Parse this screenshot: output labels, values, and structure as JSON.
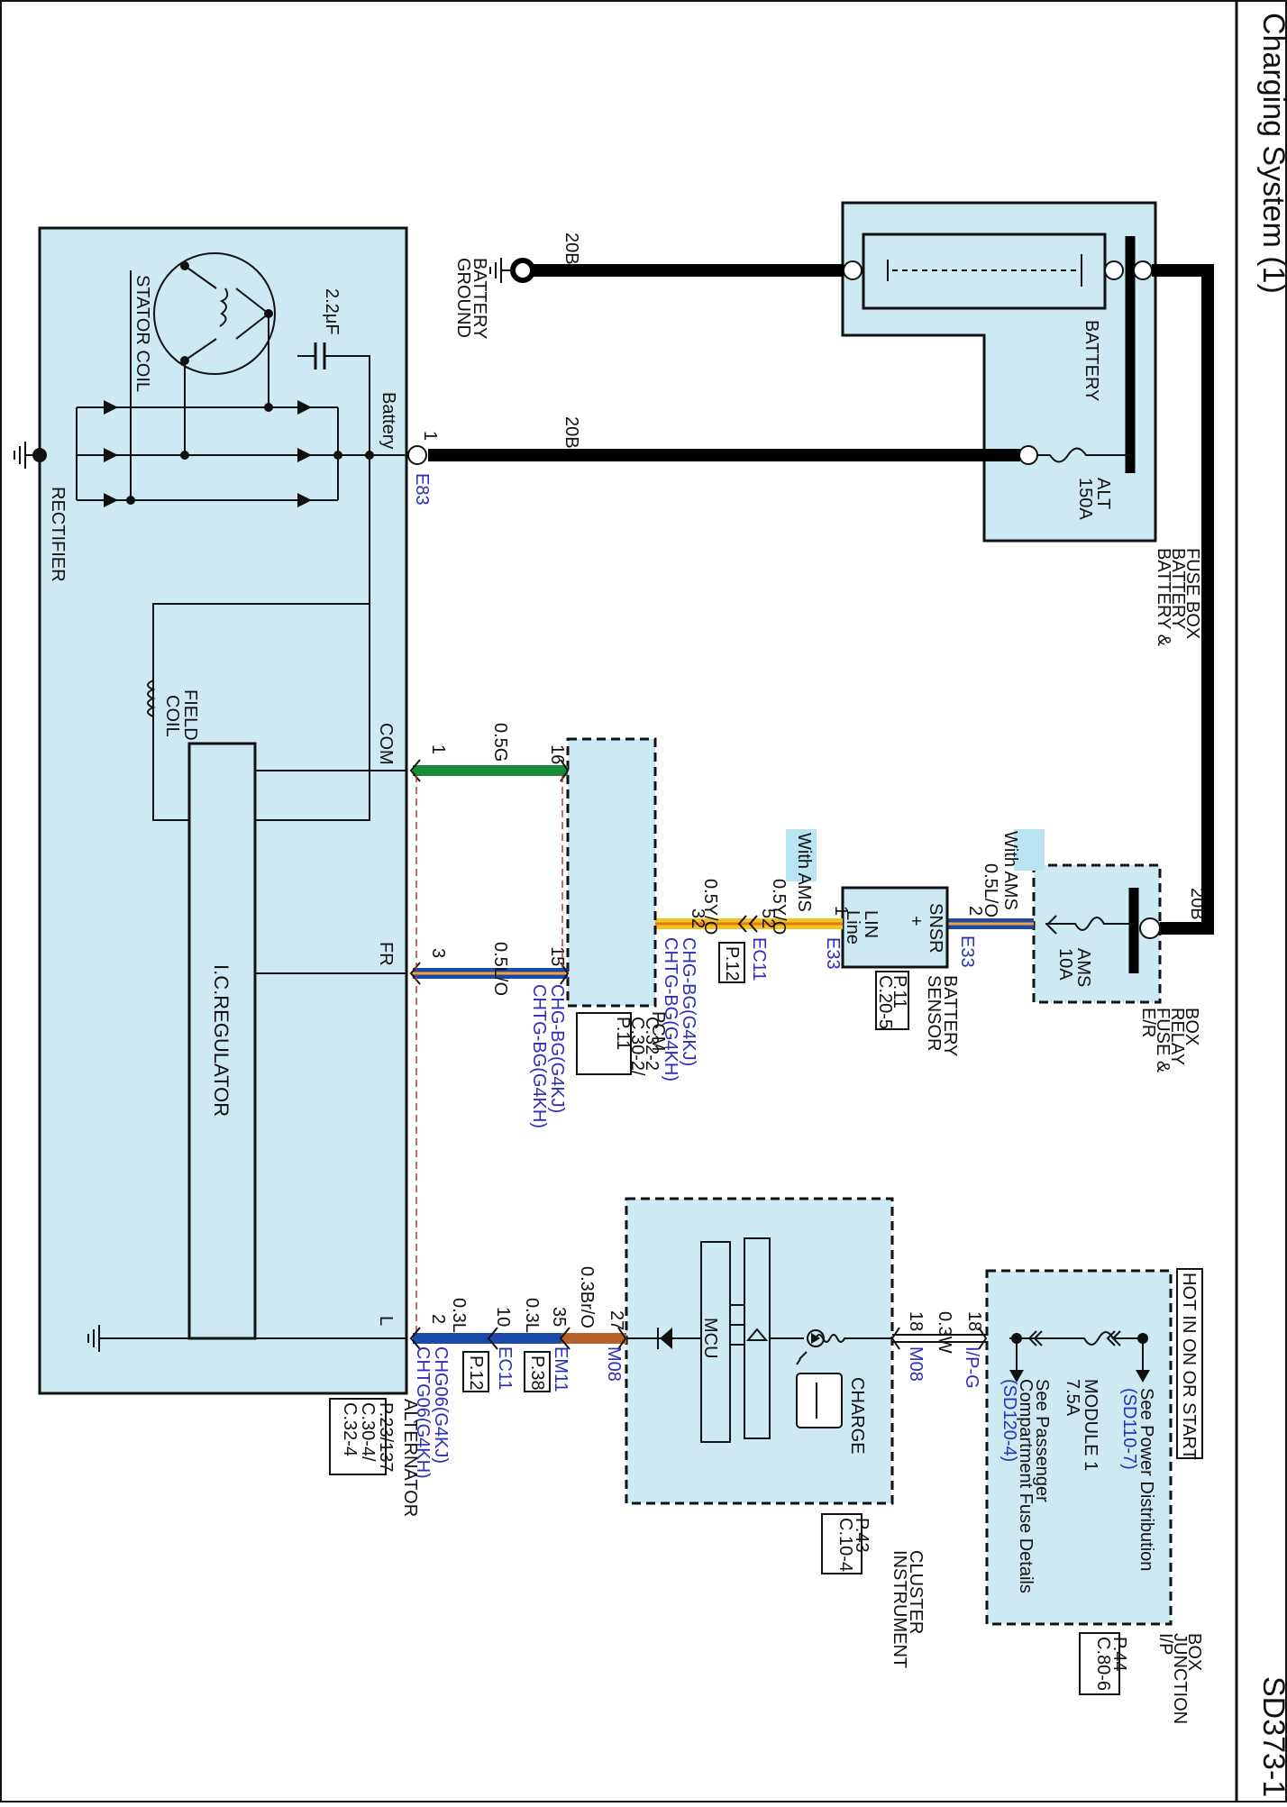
{
  "page": {
    "title": "Charging System (1)",
    "code": "SD373-1"
  },
  "battery": {
    "label": "BATTERY",
    "fuse_box_label": [
      "BATTERY &",
      "BATTERY",
      "FUSE BOX"
    ],
    "alt_fuse": [
      "ALT",
      "150A"
    ],
    "ground_label": [
      "BATTERY",
      "GROUND"
    ],
    "wire": "20B"
  },
  "er_box": {
    "label": [
      "E/R",
      "FUSE &",
      "RELAY",
      "BOX"
    ],
    "fuse": [
      "AMS",
      "10A"
    ],
    "wire": "20B"
  },
  "battery_sensor": {
    "label": [
      "BATTERY",
      "SENSOR"
    ],
    "inner": [
      "SNSR",
      "+",
      "LIN",
      "Line"
    ],
    "ref": [
      "P.11",
      "C.20-5"
    ],
    "connector": "E33",
    "pins": [
      "2",
      "1"
    ]
  },
  "wires": {
    "with_ams_1": "With AMS",
    "w_05lo": "0.5L/O",
    "with_ams_2": "With AMS",
    "w_05yo_a": "0.5Y/O",
    "w_05yo_b": "0.5Y/O",
    "w_05g": "0.5G",
    "w_05lo_fr": "0.5L/O",
    "w_03bro": "0.3Br/O",
    "w_03l_a": "0.3L",
    "w_03l_b": "0.3L",
    "w_03w": "0.3W",
    "w_20b_alt": "20B"
  },
  "pcm": {
    "label": "PCM",
    "ref": [
      "P.11",
      "C.30-2/",
      "C.32-2"
    ],
    "pins": {
      "p16": "16",
      "p15": "15",
      "p32": "32",
      "p52": "52"
    },
    "connector_a": "CHG-BG(G4KJ)",
    "connector_b": "CHTG-BG(G4KH)",
    "ec11": "EC11",
    "ec11_ref": "P.12"
  },
  "cluster": {
    "label": [
      "INSTRUMENT",
      "CLUSTER"
    ],
    "ref": [
      "P.43",
      "C.10-4"
    ],
    "mcu": "MCU",
    "charge": "CHARGE",
    "pins": {
      "p27": "27",
      "p35": "35",
      "p10": "10",
      "p18a": "18",
      "p18b": "18"
    },
    "m08a": "M08",
    "m08b": "M08",
    "em11": "EM11",
    "em11_ref": "P.38",
    "ec11": "EC11",
    "ec11_ref": "P.12"
  },
  "ip_box": {
    "label": [
      "I/P",
      "JUNCTION",
      "BOX"
    ],
    "ref": [
      "P.44",
      "C.80-6"
    ],
    "hot": "HOT IN ON OR START",
    "fuse": [
      "MODULE 1",
      "7.5A"
    ],
    "see_power": "See Power Distribution",
    "see_power_ref": "(SD110-7)",
    "see_pass": [
      "See Passenger",
      "Compartment Fuse Details"
    ],
    "see_pass_ref": "(SD120-4)",
    "ipg": "I/P-G"
  },
  "alternator": {
    "label": "ALTERNATOR",
    "ref": [
      "P.23/137",
      "C.30-4/",
      "C.32-4"
    ],
    "connector_a": "CHG06(G4KJ)",
    "connector_b": "CHTG06(G4KH)",
    "e83": "E83",
    "battery_term": "Battery",
    "com": "COM",
    "fr": "FR",
    "l": "L",
    "pin1": "1",
    "pin1b": "1",
    "pin3": "3",
    "pin2": "2",
    "stator": "STATOR  COIL",
    "rectifier": "RECTIFIER",
    "field": [
      "FIELD",
      "COIL"
    ],
    "ic": "I.C.REGULATOR",
    "cap": "2.2μF"
  },
  "colors": {
    "green": "#178a3c",
    "blue_wire": "#1c4aa8",
    "yellow_wire": "#f3c31e",
    "brown_wire": "#b8602a",
    "fill": "#cdeaf3"
  }
}
